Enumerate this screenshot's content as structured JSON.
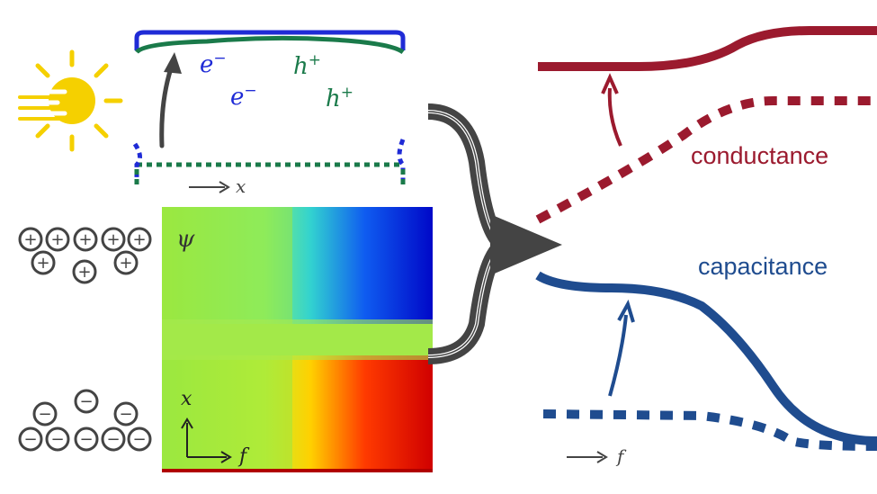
{
  "colors": {
    "electron": "#1f2bd6",
    "hole": "#1a7a4a",
    "arrow": "#444444",
    "conductance": "#9b1a2e",
    "capacitance": "#1f4c8f",
    "sun": "#f5d000",
    "charge": "#444444"
  },
  "band_diagram": {
    "carriers": [
      {
        "text": "e",
        "sup": "−",
        "kind": "electron"
      },
      {
        "text": "e",
        "sup": "−",
        "kind": "electron"
      },
      {
        "text": "h",
        "sup": "+",
        "kind": "hole"
      },
      {
        "text": "h",
        "sup": "+",
        "kind": "hole"
      }
    ],
    "axis_label": "x"
  },
  "potential_map": {
    "label": "ψ",
    "axis_vertical": "x",
    "axis_horizontal": "f"
  },
  "charges": {
    "positive_symbol": "+",
    "negative_symbol": "−"
  },
  "output_plot": {
    "curves": [
      {
        "label": "conductance",
        "color_key": "conductance"
      },
      {
        "label": "capacitance",
        "color_key": "capacitance"
      }
    ],
    "axis_label": "f"
  }
}
